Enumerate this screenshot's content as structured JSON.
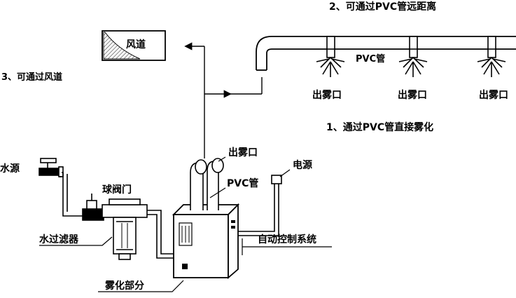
{
  "labels": {
    "pvc_long": "2、可通过PVC管远距离",
    "pvc_pipe_top": "PVC管",
    "outlet_1": "出雾口",
    "outlet_2": "出雾口",
    "outlet_3": "出雾口",
    "direct_atomize": "1、通过PVC管直接雾化",
    "via_duct": "3、可通过风道",
    "duct": "风道",
    "water_source": "水源",
    "ball_valve": "球阀门",
    "outlet_machine": "出雾口",
    "pvc_pipe_machine": "PVC管",
    "power": "电源",
    "water_filter": "水过滤器",
    "auto_control": "自动控制系统",
    "atomizing_part": "雾化部分"
  },
  "colors": {
    "ink": "#000000",
    "paper": "#ffffff",
    "hatch": "#555555"
  }
}
